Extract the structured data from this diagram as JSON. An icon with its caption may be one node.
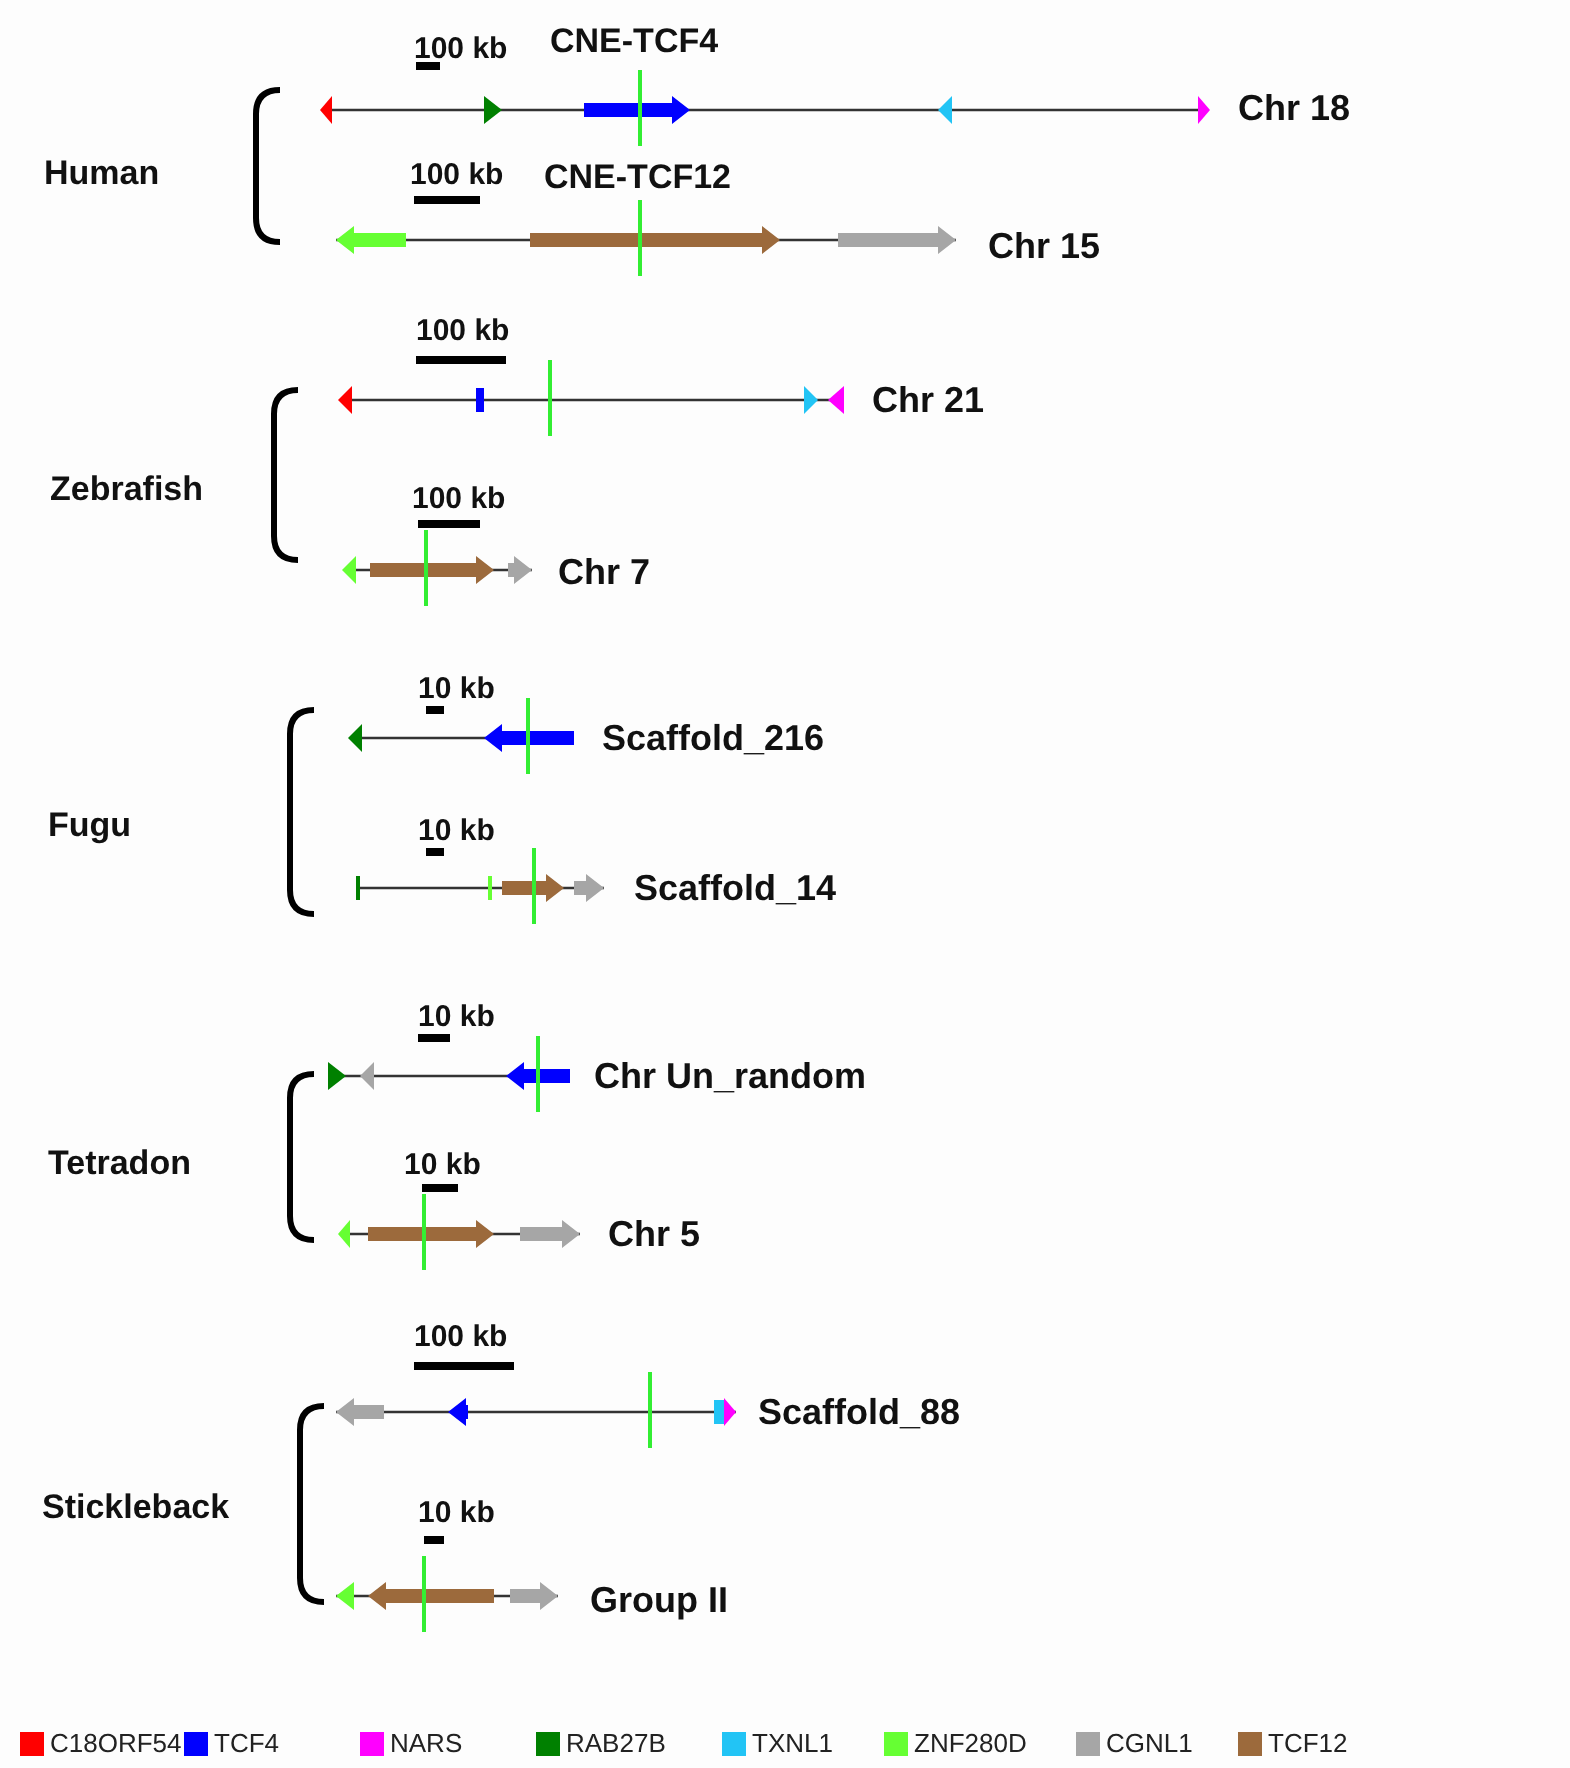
{
  "diagram": {
    "labels": [
      "100 kb",
      "CNE-TCF4",
      "Chr 18",
      "Human",
      "100 kb",
      "CNE-TCF12",
      "Chr 15",
      "100 kb",
      "Chr 21",
      "Zebrafish",
      "100 kb",
      "Chr 7",
      "10 kb",
      "Scaffold_216",
      "Fugu",
      "10 kb",
      "Scaffold_14",
      "10 kb",
      "Chr Un_random",
      "Tetradon",
      "10 kb",
      "Chr 5",
      "100 kb",
      "Scaffold_88",
      "Stickleback",
      "10 kb",
      "Group II"
    ],
    "legend": [
      {
        "text": "C18ORF54",
        "color": "#ff0000"
      },
      {
        "text": "TCF4",
        "color": "#0000ff"
      },
      {
        "text": "NARS",
        "color": "#ff00ff"
      },
      {
        "text": "RAB27B",
        "color": "#008000"
      },
      {
        "text": "TXNL1",
        "color": "#22c4f5"
      },
      {
        "text": "ZNF280D",
        "color": "#66ff33"
      },
      {
        "text": "CGNL1",
        "color": "#a6a6a6"
      },
      {
        "text": "TCF12",
        "color": "#9c6a3c"
      }
    ]
  }
}
